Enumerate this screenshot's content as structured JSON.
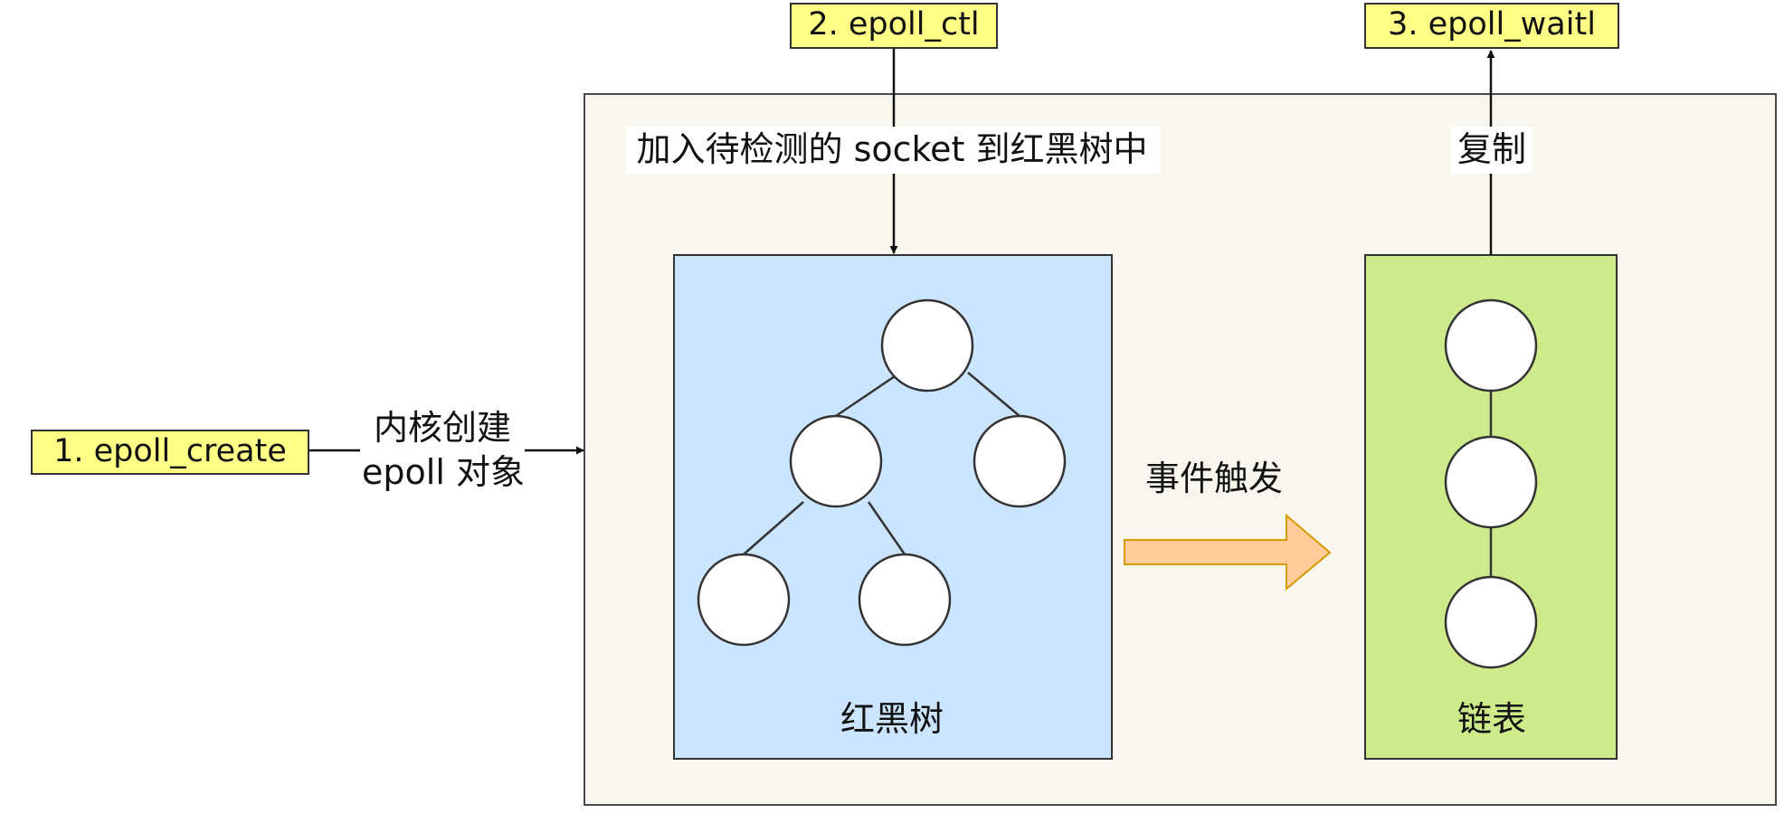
{
  "steps": {
    "create": "1. epoll_create",
    "ctl": "2. epoll_ctl",
    "wait": "3. epoll_waitl"
  },
  "annotations": {
    "create_line1": "内核创建",
    "create_line2": "epoll 对象",
    "add_socket": "加入待检测的 socket 到红黑树中",
    "copy": "复制",
    "event_trigger": "事件触发"
  },
  "structures": {
    "tree_label": "红黑树",
    "list_label": "链表"
  },
  "colors": {
    "step_box_fill": "#ffff88",
    "kernel_box_fill": "#f9f7ed",
    "tree_box_fill": "#cce5ff",
    "list_box_fill": "#cdeb8b",
    "event_arrow_fill": "#ffcc99",
    "event_arrow_stroke": "#d79b00",
    "node_fill": "#ffffff",
    "stroke": "#333333"
  }
}
